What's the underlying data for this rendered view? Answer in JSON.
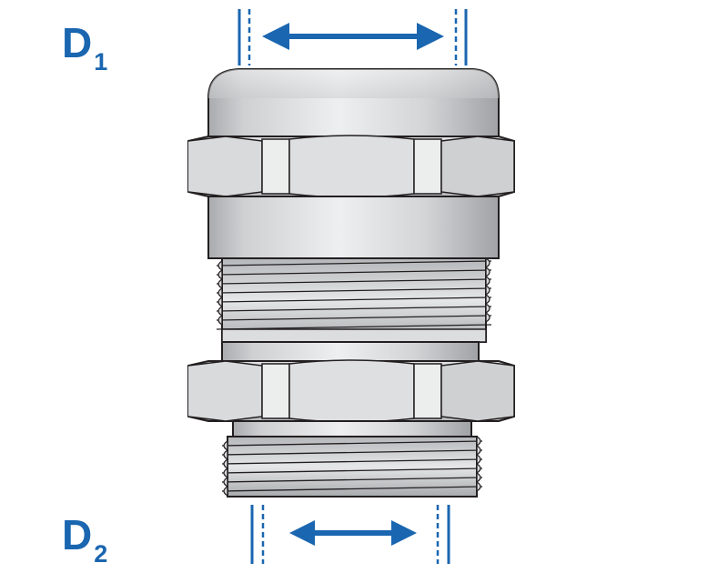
{
  "labels": {
    "d1": {
      "main": "D",
      "sub": "1"
    },
    "d2": {
      "main": "D",
      "sub": "2"
    }
  },
  "colors": {
    "accent": "#1a66b0",
    "metal_light": "#e6e7e8",
    "metal_mid": "#cbccce",
    "metal_dark": "#9d9fa2",
    "outline": "#231f20"
  },
  "icons": {
    "d1_arrow": "double-headed-arrow-icon",
    "d2_arrow": "double-headed-arrow-icon"
  }
}
